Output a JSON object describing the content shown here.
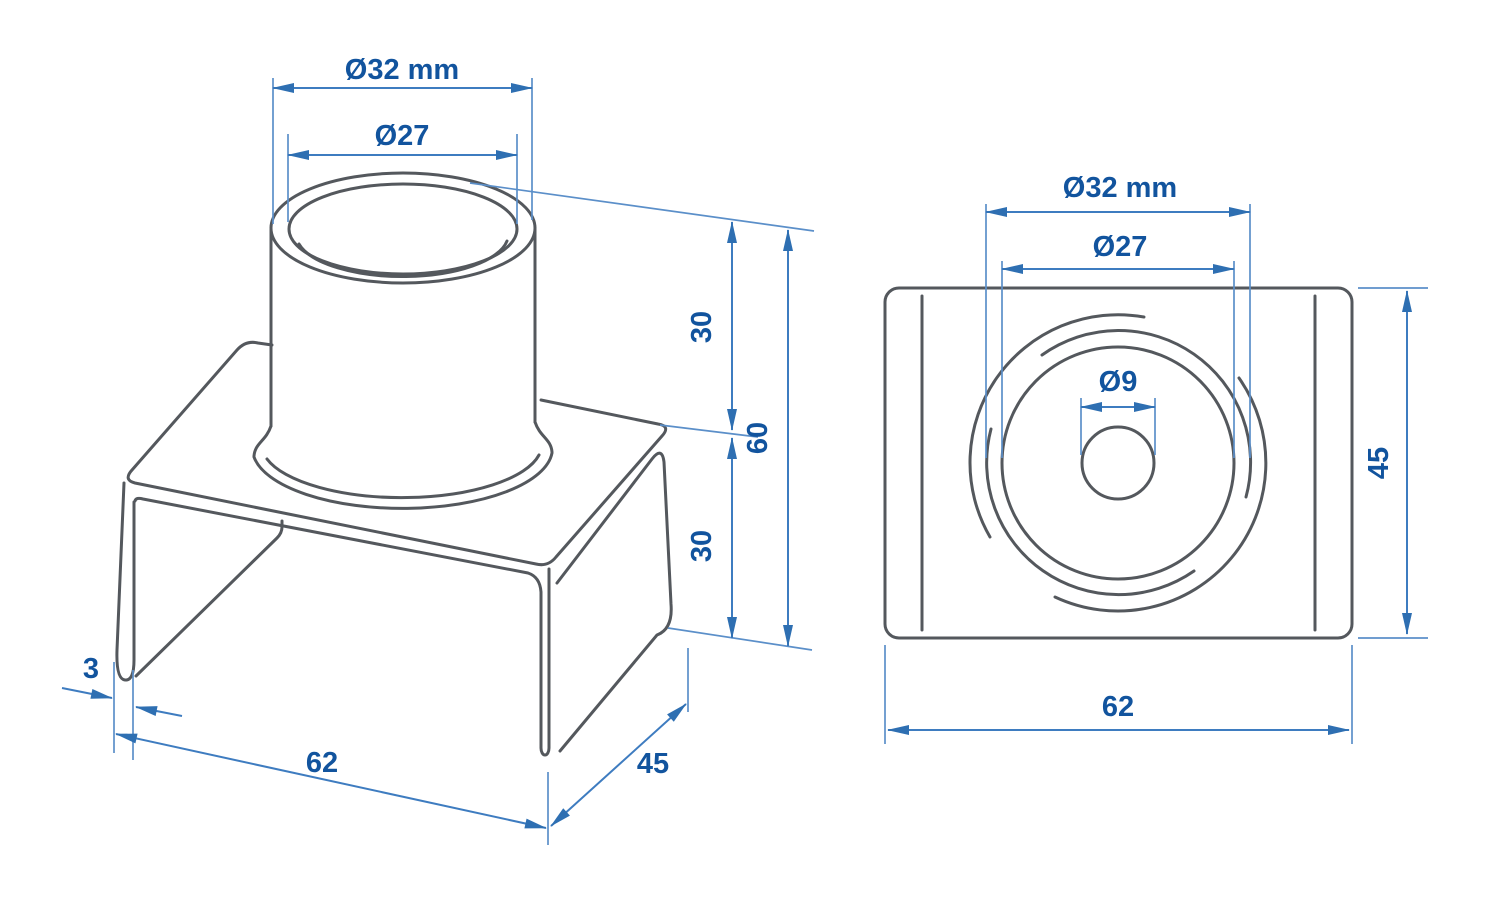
{
  "drawing": {
    "background_color": "#ffffff",
    "part_line_color": "#54585d",
    "dimension_line_color": "#3e7cc0",
    "label_color": "#12549e",
    "views": {
      "isometric": {
        "labels": {
          "outer_diameter": "Ø32 mm",
          "inner_diameter": "Ø27",
          "upper_height": "30",
          "total_height": "60",
          "lower_height": "30",
          "wall_thickness": "3",
          "length": "62",
          "depth": "45"
        }
      },
      "front": {
        "labels": {
          "outer_diameter": "Ø32 mm",
          "inner_diameter": "Ø27",
          "hole_diameter": "Ø9",
          "height": "45",
          "width": "62"
        }
      }
    }
  }
}
